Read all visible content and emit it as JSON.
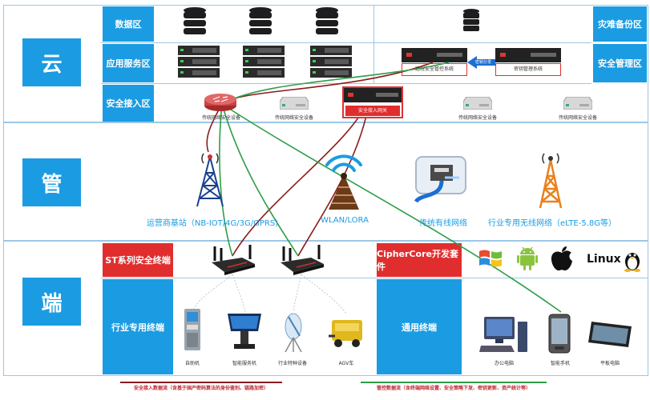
{
  "tiers": {
    "cloud": "云",
    "pipe": "管",
    "end": "端"
  },
  "zones": {
    "data": "数据区",
    "app": "应用服务区",
    "access": "安全接入区",
    "disaster": "灾难备份区",
    "mgmt": "安全管理区"
  },
  "devices": {
    "traditional": "传统网络安全设备",
    "remote_control": "远程安全管控系统",
    "key_mgmt": "密钥管理系统",
    "key_dist": "密钥分发",
    "gateway": "安全接入网关"
  },
  "networks": {
    "operator": "运营商基站（NB-IOT/4G/3G/GPRS)",
    "wlan": "WLAN/LORA",
    "wired": "传统有线网络",
    "industry_wireless": "行业专用无线网络（eLTE-5.8G等）"
  },
  "end": {
    "st_series": "ST系列安全终端",
    "ciphercore": "CipherCore开发套件",
    "industry_terminal": "行业专用终端",
    "general_terminal": "通用终端",
    "linux": "Linux"
  },
  "terminals": {
    "atm": "自助机",
    "kiosk": "智能服务机",
    "special": "行业特种设备",
    "agv": "AGV车",
    "pc": "办公电脑",
    "phone": "智能手机",
    "tablet": "平板电脑"
  },
  "legend": {
    "red": "安全接入数据流（含基于国产密码算法的身份鉴别、链路加密）",
    "green": "管控数据流（含终端网络设置、安全策略下发、密钥更新、资产统计等）"
  },
  "colors": {
    "tier_blue": "#1b9ce2",
    "zone_red": "#e02e2e",
    "flow_red": "#8b1c1c",
    "flow_green": "#2e9e47",
    "frame": "#9cc6e6"
  }
}
